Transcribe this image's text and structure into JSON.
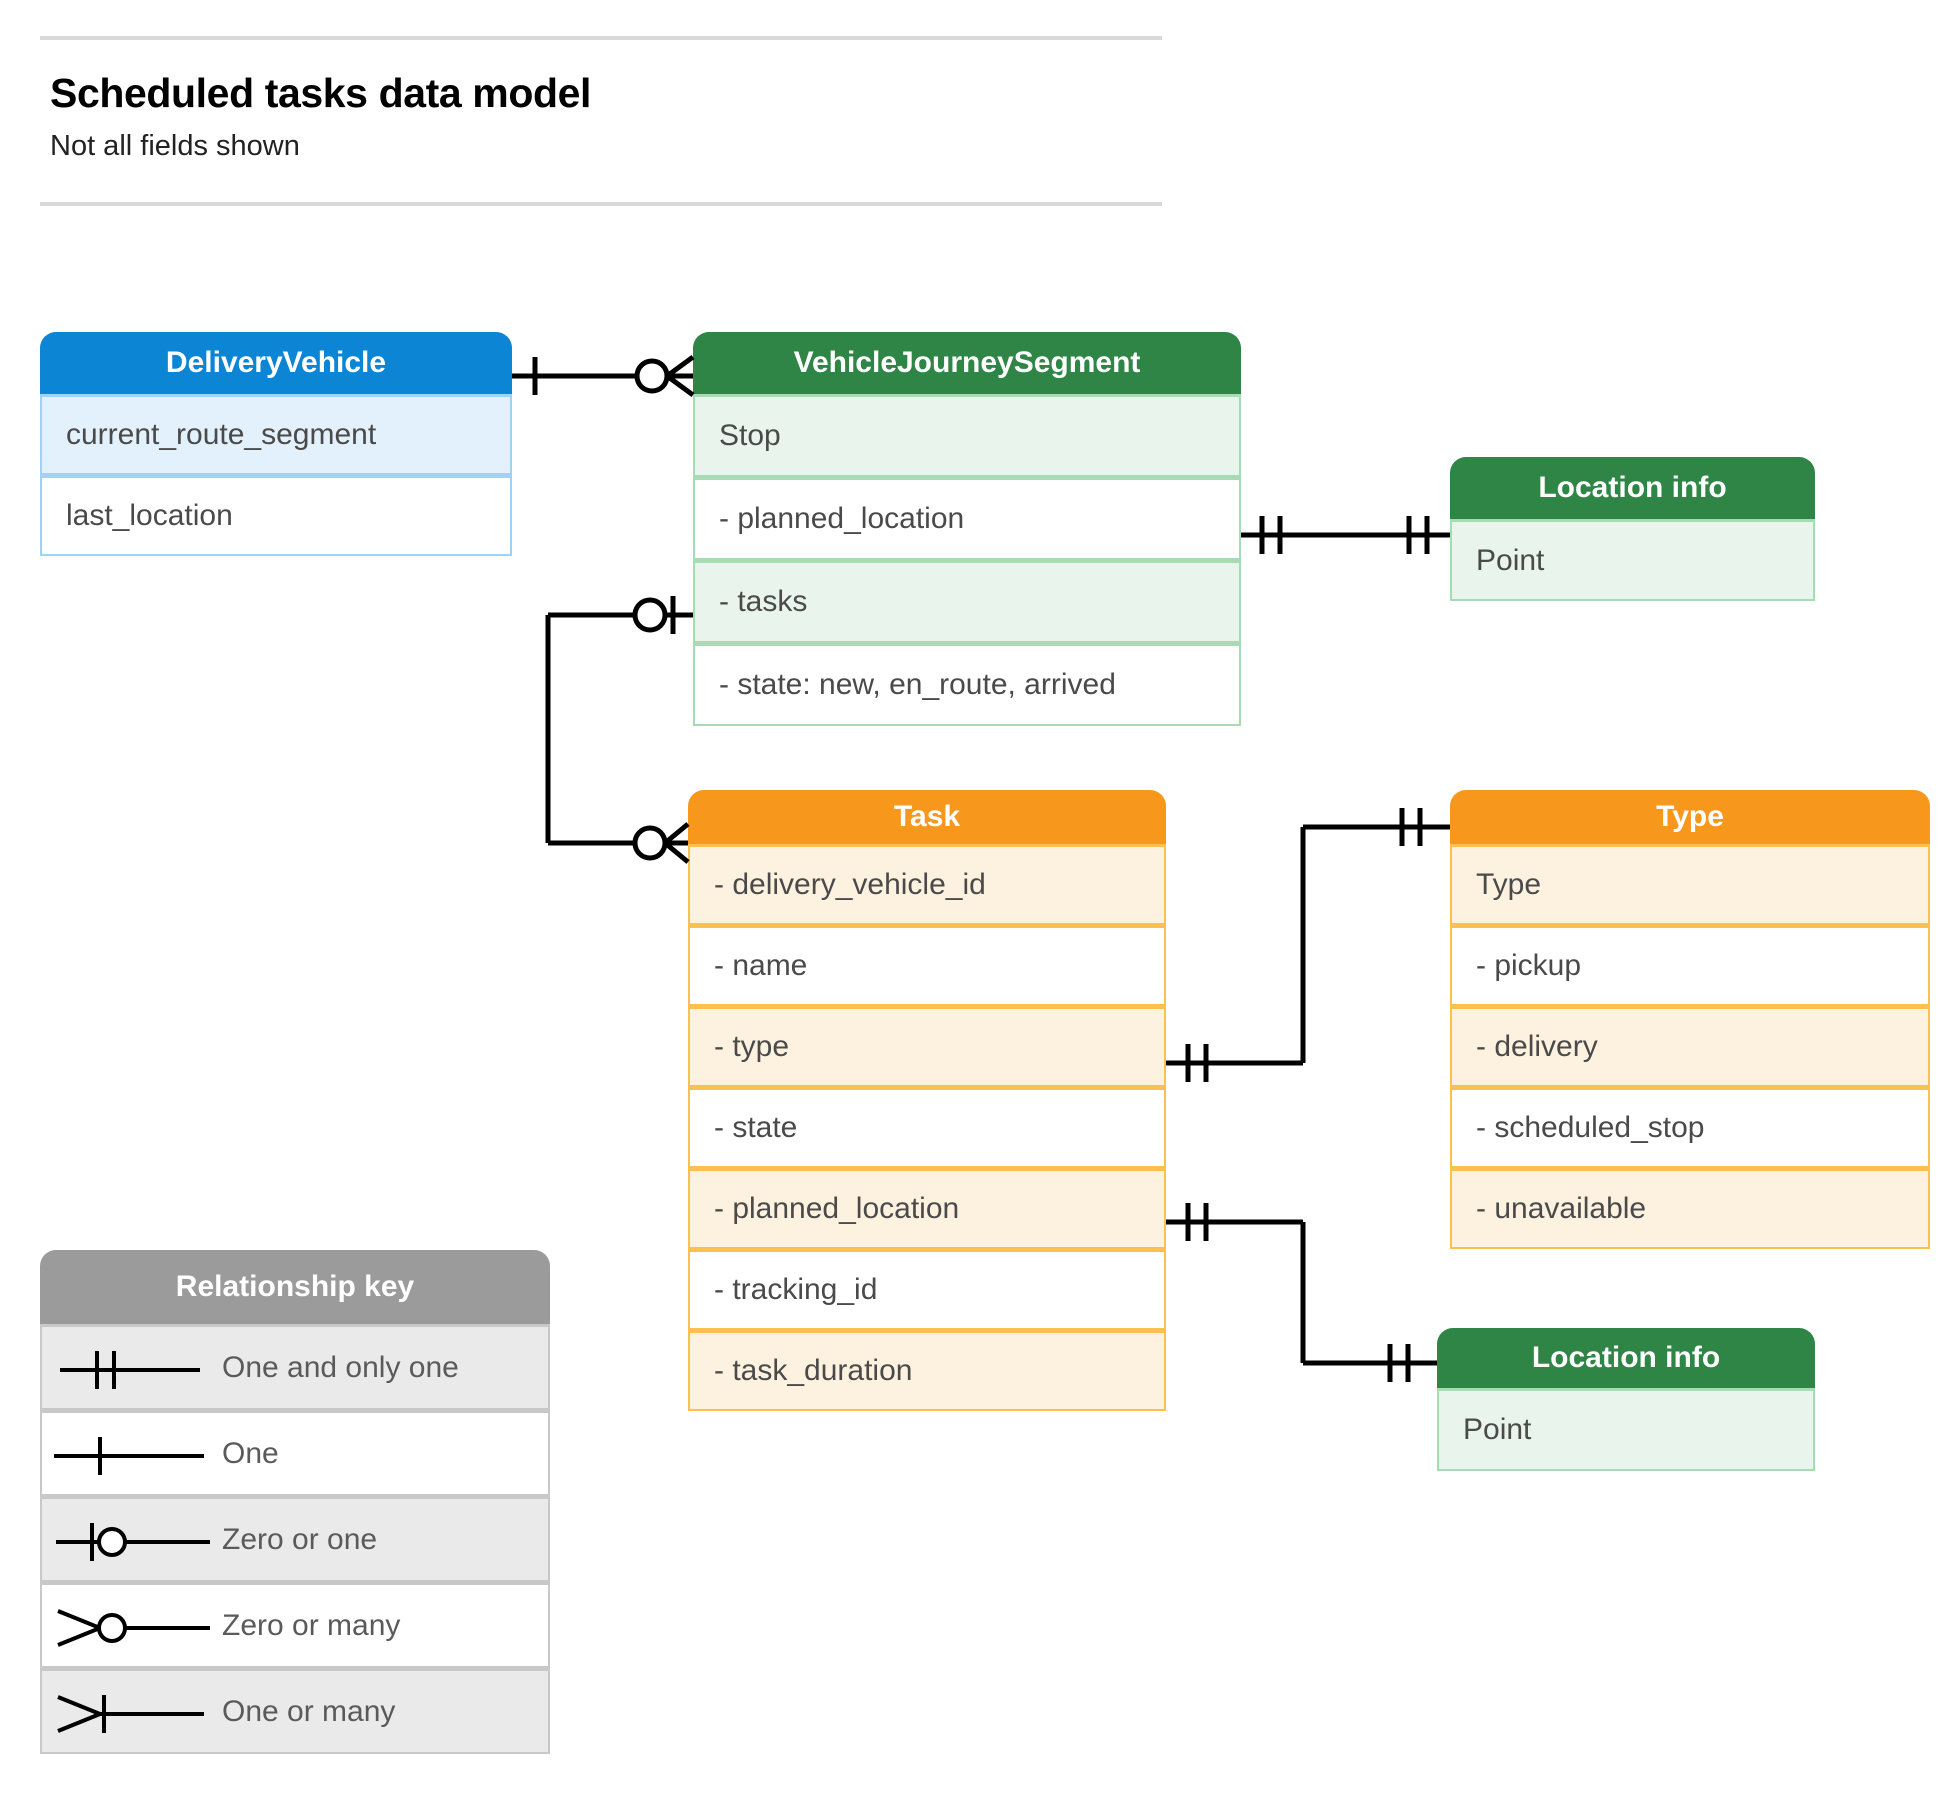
{
  "header": {
    "title": "Scheduled tasks data model",
    "subtitle": "Not all fields shown"
  },
  "colors": {
    "blue": "#0b85d4",
    "blue_row": "#e3f1fd",
    "blue_border": "#9fd3f5",
    "green": "#2e8545",
    "green_row": "#e8f4ec",
    "green_border": "#a6dbb4",
    "orange": "#f7981d",
    "orange_row": "#fdf2e0",
    "orange_border": "#fbc04f",
    "grey": "#9b9b9b",
    "grey_row": "#eaeaea",
    "line": "#000000",
    "rule": "#d9d9d9"
  },
  "entities": {
    "delivery_vehicle": {
      "title": "DeliveryVehicle",
      "rows": [
        "current_route_segment",
        "last_location"
      ]
    },
    "vehicle_journey_segment": {
      "title": "VehicleJourneySegment",
      "rows": [
        "Stop",
        "-  planned_location",
        "- tasks",
        "- state: new, en_route, arrived"
      ]
    },
    "location_info_top": {
      "title": "Location info",
      "rows": [
        "Point"
      ]
    },
    "task": {
      "title": "Task",
      "rows": [
        "- delivery_vehicle_id",
        "- name",
        "- type",
        "- state",
        "- planned_location",
        "- tracking_id",
        "- task_duration"
      ]
    },
    "type": {
      "title": "Type",
      "rows": [
        "Type",
        "-   pickup",
        "-   delivery",
        "-   scheduled_stop",
        "-   unavailable"
      ]
    },
    "location_info_bottom": {
      "title": "Location info",
      "rows": [
        "Point"
      ]
    }
  },
  "legend": {
    "title": "Relationship key",
    "items": [
      {
        "label": "One and only one",
        "symbol": "one-and-only-one"
      },
      {
        "label": "One",
        "symbol": "one"
      },
      {
        "label": "Zero or one",
        "symbol": "zero-or-one"
      },
      {
        "label": "Zero or many",
        "symbol": "zero-or-many"
      },
      {
        "label": "One or many",
        "symbol": "one-or-many"
      }
    ]
  },
  "relationships": [
    {
      "name": "deliveryvehicle-to-vehiclejourneysegment",
      "from": "DeliveryVehicle",
      "to": "VehicleJourneySegment",
      "from_cardinality": "one",
      "to_cardinality": "zero-or-many"
    },
    {
      "name": "vjs-plannedlocation-to-locationinfo",
      "from": "VehicleJourneySegment.planned_location",
      "to": "Location info",
      "from_cardinality": "one-and-only-one",
      "to_cardinality": "one-and-only-one"
    },
    {
      "name": "vjs-tasks-to-task",
      "from": "VehicleJourneySegment.tasks",
      "to": "Task",
      "from_cardinality": "zero-or-one",
      "to_cardinality": "zero-or-many"
    },
    {
      "name": "task-type-to-type",
      "from": "Task.type",
      "to": "Type",
      "from_cardinality": "one-and-only-one",
      "to_cardinality": "one-and-only-one"
    },
    {
      "name": "task-plannedlocation-to-locationinfo",
      "from": "Task.planned_location",
      "to": "Location info",
      "from_cardinality": "one-and-only-one",
      "to_cardinality": "one-and-only-one"
    }
  ]
}
